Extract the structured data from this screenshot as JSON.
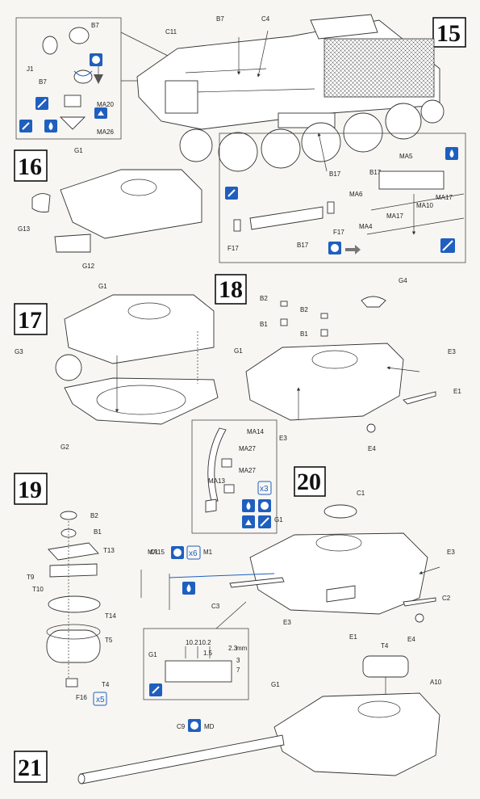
{
  "steps": {
    "s15": "15",
    "s16": "16",
    "s17": "17",
    "s18": "18",
    "s19": "19",
    "s20": "20",
    "s21": "21"
  },
  "step15": {
    "labels": [
      "B7",
      "J1",
      "B7",
      "MA20",
      "MA26",
      "C11",
      "B7",
      "C4",
      "B17"
    ],
    "detail_labels": [
      "B17",
      "MA5",
      "MA6",
      "MA4",
      "MA17",
      "MA10",
      "MA17",
      "F17",
      "F17",
      "B17"
    ]
  },
  "step16": {
    "labels": [
      "G1",
      "G13",
      "G12"
    ]
  },
  "step17": {
    "labels": [
      "G1",
      "G3",
      "G2"
    ]
  },
  "step18": {
    "labels": [
      "B2",
      "B1",
      "B2",
      "B1",
      "G4",
      "G1",
      "E3",
      "E1",
      "E3",
      "E4"
    ]
  },
  "step19": {
    "labels": [
      "B2",
      "B1",
      "T13",
      "T9",
      "T10",
      "T14",
      "T5",
      "T4",
      "F16"
    ],
    "multiplier": "x5"
  },
  "step20": {
    "labels": [
      "MA14",
      "MA27",
      "MA13",
      "MA27",
      "C1",
      "G1",
      "MA15",
      "M1",
      "C3",
      "E3",
      "E1",
      "E3",
      "C2",
      "E4"
    ],
    "multipliers": [
      "x3",
      "x6"
    ],
    "dimensions": [
      "10.2",
      "10.2",
      "1.5",
      "2.3",
      "mm",
      "3",
      "7",
      "G1"
    ]
  },
  "step21": {
    "labels": [
      "T4",
      "A10",
      "G1",
      "C9",
      "MD"
    ]
  },
  "colors": {
    "accent_blue": "#1f5fbf",
    "line": "#333333",
    "paper": "#f7f6f2"
  }
}
